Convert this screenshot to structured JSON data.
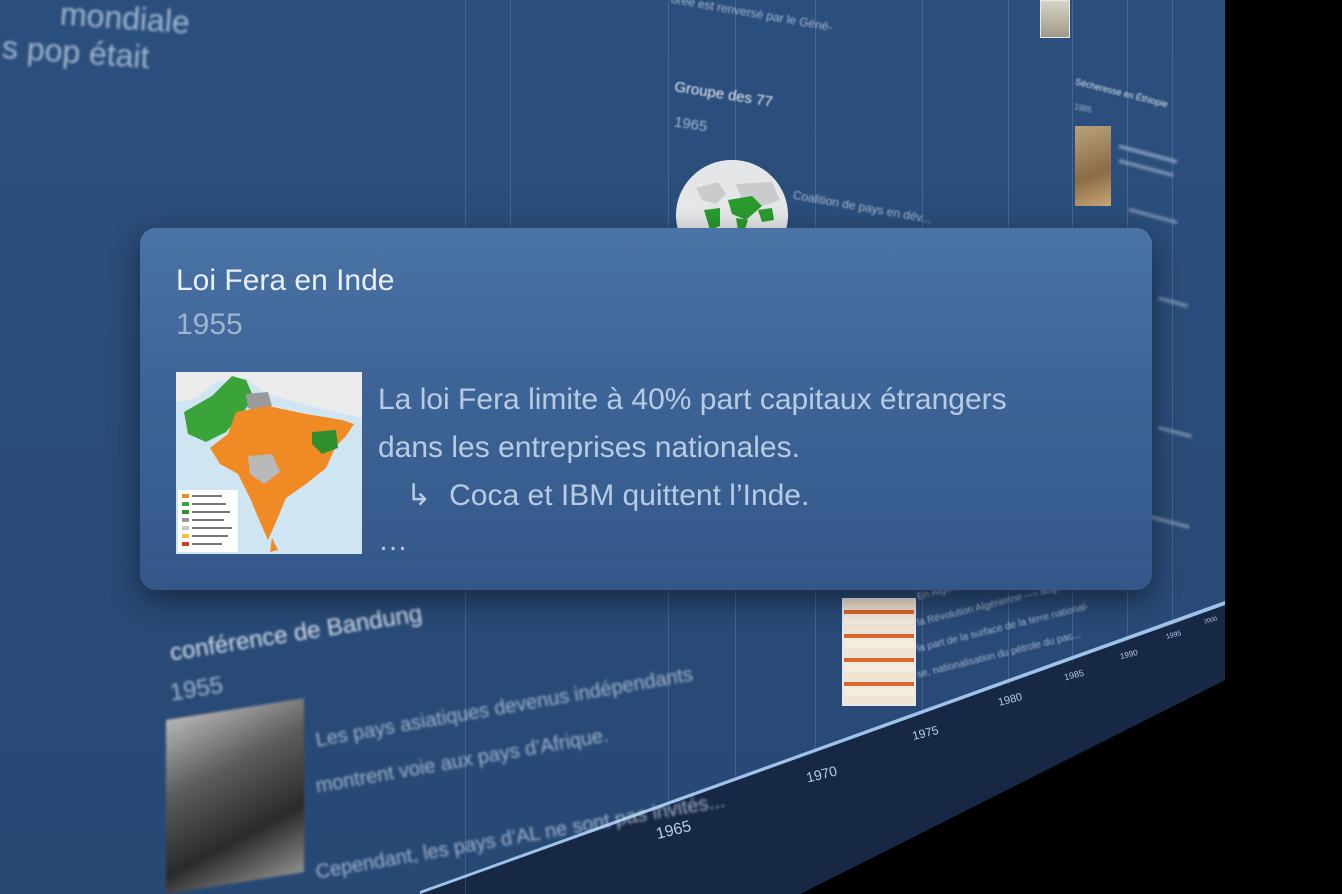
{
  "card": {
    "title": "Loi Fera en Inde",
    "year": "1955",
    "line1": "La loi Fera limite à 40% part capitaux étrangers",
    "line2": "dans les entreprises nationales.",
    "arrow": "↳",
    "line3": "Coca et IBM quittent l’Inde.",
    "ellipsis": "…"
  },
  "bandung": {
    "title": "conférence de Bandung",
    "year": "1955",
    "line1": "Les pays asiatiques devenus indépendants",
    "line2": "montrent voie aux pays d’Afrique.",
    "line3": "Cependant, les pays d’AL ne sont pas invités..."
  },
  "g77": {
    "title": "Groupe des 77",
    "year": "1965",
    "text": "Coalition de pays en dév..."
  },
  "top_fragment": {
    "line1": "mondiale",
    "line2": "s pop était",
    "center": "orée est renversé par le Géné-"
  },
  "algerie": {
    "line1": "En Algérie, rédaction de ...",
    "line2": "la Révolution Algérienne —› augmente",
    "line3": "la part de la surface de la terre national-",
    "line4": "se, nationalisation du pétrole du pac..."
  },
  "right_column": {
    "secheresse_title": "Sécheresse en Éthiopie",
    "secheresse_year": "1985"
  },
  "timeline": {
    "ticks": [
      "1965",
      "1970",
      "1975",
      "1980",
      "1985",
      "1990",
      "1995",
      "2000"
    ]
  }
}
